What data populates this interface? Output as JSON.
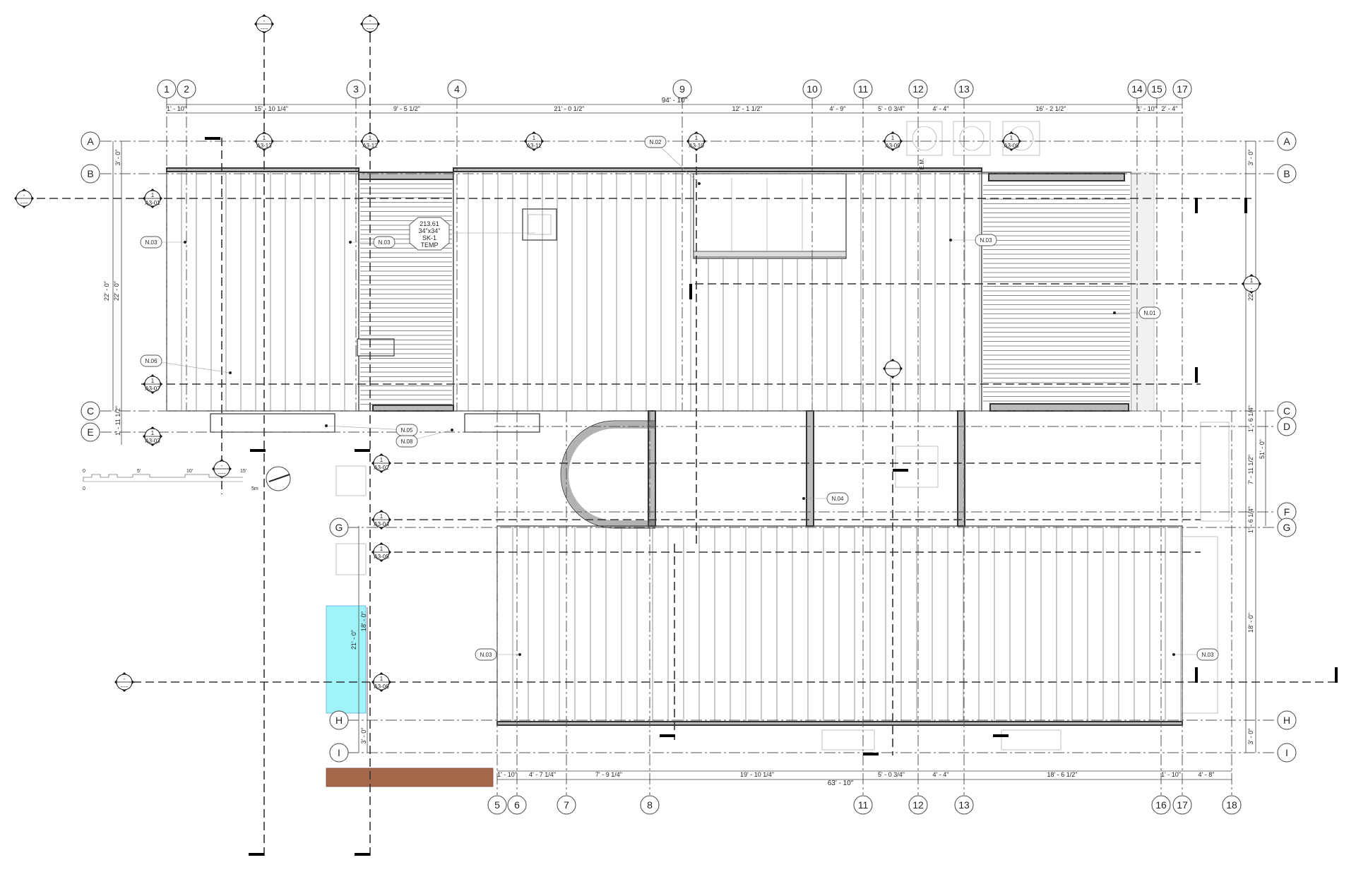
{
  "grid_columns_top": [
    "1",
    "2",
    "3",
    "4",
    "9",
    "10",
    "11",
    "12",
    "13",
    "14",
    "15",
    "17"
  ],
  "grid_columns_bottom": [
    "5",
    "6",
    "7",
    "8",
    "11",
    "12",
    "13",
    "16",
    "17",
    "18"
  ],
  "grid_rows_left": [
    "A",
    "B",
    "C",
    "E",
    "G",
    "H",
    "I"
  ],
  "grid_rows_right": [
    "A",
    "B",
    "C",
    "D",
    "F",
    "G",
    "H",
    "I"
  ],
  "dimensions_top": {
    "overall": "94' - 10\"",
    "segments": [
      "1' - 10\"",
      "15' - 10 1/4\"",
      "9' - 5 1/2\"",
      "21' - 0 1/2\"",
      "12' - 1 1/2\"",
      "4' - 9\"",
      "5' - 0 3/4\"",
      "4' - 4\"",
      "16' - 2 1/2\"",
      "1' - 10\"",
      "2' - 4\""
    ]
  },
  "dimensions_bottom": {
    "overall": "63' - 10\"",
    "segments": [
      "1' - 10\"",
      "4' - 7 1/4\"",
      "7' - 9 1/4\"",
      "19' - 10 1/4\"",
      "5' - 0 3/4\"",
      "4' - 4\"",
      "18' - 6 1/2\"",
      "1' - 10\"",
      "4' - 8\""
    ]
  },
  "dimensions_left": [
    "3' - 0\"",
    "22' - 0\"",
    "22' - 0\"",
    "1' - 11 1/2\"",
    "21' - 0\"",
    "18' - 0\"",
    "3' - 0\""
  ],
  "dimensions_right": [
    "3' - 0\"",
    "22' - 0\"",
    "1' - 6 1/4\"",
    "51' - 0\"",
    "7' - 11 1/2\"",
    "1' - 6 1/4\"",
    "18' - 0\"",
    "3' - 0\""
  ],
  "section_marks": [
    {
      "num": "1",
      "sheet": "A3-13"
    },
    {
      "num": "1",
      "sheet": "A3-12"
    },
    {
      "num": "1",
      "sheet": "A3-11"
    },
    {
      "num": "1",
      "sheet": "A3-10"
    },
    {
      "num": "1",
      "sheet": "A3-09"
    },
    {
      "num": "1",
      "sheet": "A3-08"
    },
    {
      "num": "1",
      "sheet": "A3-01"
    },
    {
      "num": "1",
      "sheet": "A3-07"
    },
    {
      "num": "1",
      "sheet": "A3-03"
    },
    {
      "num": "1",
      "sheet": "A3-02"
    },
    {
      "num": "1",
      "sheet": "A3-04"
    },
    {
      "num": "1",
      "sheet": "A3-05"
    },
    {
      "num": "1",
      "sheet": "A3-06"
    }
  ],
  "building_section_marks": [
    {
      "num": "-",
      "sheet": "----"
    },
    {
      "num": "-",
      "sheet": "----"
    },
    {
      "num": "-",
      "sheet": "----"
    },
    {
      "num": "-",
      "sheet": "----"
    },
    {
      "num": "-",
      "sheet": "----"
    },
    {
      "num": "1",
      "sheet": "-"
    }
  ],
  "keynotes": [
    "N.02",
    "N.03",
    "N.03",
    "N.03",
    "N.01",
    "N.06",
    "N.05",
    "N.08",
    "N.04",
    "N.03",
    "N.03"
  ],
  "skylight_tag": [
    "213.61",
    "34\"x34\"",
    "SK-1",
    "TEMP"
  ],
  "equipment_label": "E.M.",
  "scale_bar": {
    "ft_labels": [
      "0",
      "5'",
      "10'",
      "15'"
    ],
    "m_labels": [
      "0",
      "5m"
    ]
  },
  "colors": {
    "cyan_area": "#9ef4f8",
    "brown_area": "#a5674a"
  }
}
